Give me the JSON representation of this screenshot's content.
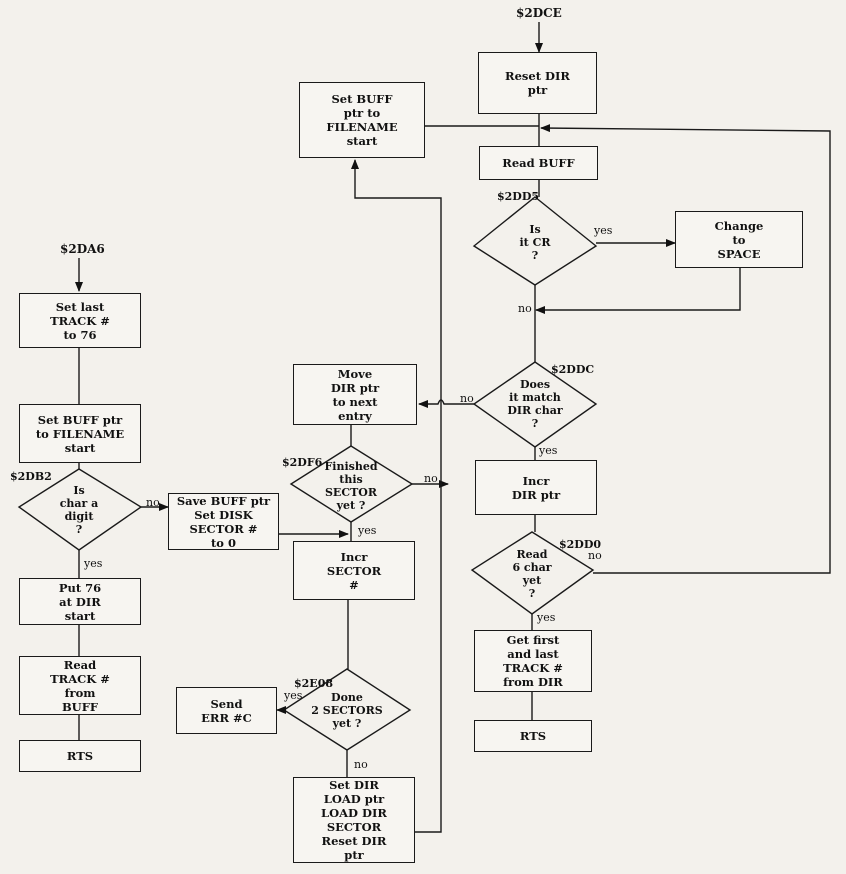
{
  "entry_labels": {
    "dce": "$2DCE",
    "da6": "$2DA6",
    "dd5": "$2DD5",
    "ddc": "$2DDC",
    "db2": "$2DB2",
    "df6": "$2DF6",
    "dd0": "$2DD0",
    "e08": "$2E08"
  },
  "process_boxes": {
    "reset_dir": "Reset DIR\nptr",
    "set_buff_filename_top": "Set BUFF\nptr to\nFILENAME\nstart",
    "read_buff": "Read BUFF",
    "change_space": "Change\nto\nSPACE",
    "set_last_track": "Set last\nTRACK #\nto 76",
    "move_dir": "Move\nDIR ptr\nto next\nentry",
    "set_buff_filename_left": "Set BUFF ptr\nto FILENAME\nstart",
    "save_buff": "Save BUFF ptr\nSet DISK\nSECTOR #\nto 0",
    "incr_dir": "Incr\nDIR ptr",
    "put_76": "Put 76\nat DIR\nstart",
    "incr_sector": "Incr\nSECTOR\n#",
    "get_first_last": "Get first\nand last\nTRACK #\nfrom DIR",
    "read_track": "Read\nTRACK #\nfrom\nBUFF",
    "send_err": "Send\nERR #C",
    "rts_left": "RTS",
    "rts_right": "RTS",
    "set_dir_load": "Set DIR\nLOAD ptr\nLOAD DIR\nSECTOR\nReset DIR\nptr"
  },
  "decisions": {
    "is_cr": "Is\nit CR\n?",
    "match_dir": "Does\nit match\nDIR char\n?",
    "is_digit": "Is\nchar a\ndigit\n?",
    "finished_sector": "Finished\nthis\nSECTOR\nyet ?",
    "read_6": "Read\n6 char\nyet\n?",
    "done_2": "Done\n2 SECTORS\nyet ?"
  },
  "branch_labels": {
    "cr_yes": "yes",
    "cr_no": "no",
    "match_no": "no",
    "match_yes": "yes",
    "digit_no": "no",
    "digit_yes": "yes",
    "finished_no": "no",
    "finished_yes": "yes",
    "read6_no": "no",
    "read6_yes": "yes",
    "done_yes": "yes",
    "done_no": "no"
  }
}
